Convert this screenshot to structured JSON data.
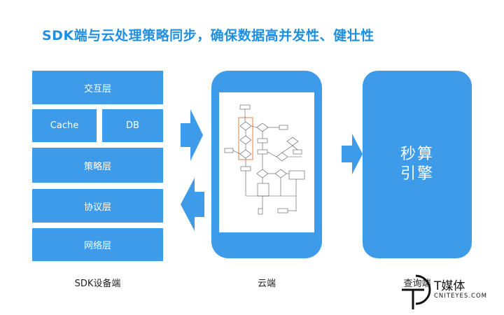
{
  "title": "SDK端与云处理策略同步，确保数据高并发性、健壮性",
  "sdk": {
    "layers": {
      "interaction": "交互层",
      "cache": "Cache",
      "db": "DB",
      "strategy": "策略层",
      "protocol": "协议层",
      "network": "网络层"
    },
    "caption": "SDK设备端"
  },
  "cloud": {
    "caption": "云端"
  },
  "engine": {
    "line1": "秒算",
    "line2": "引擎",
    "caption": "查询端"
  },
  "logo": {
    "name": "T媒体",
    "url": "CNITEYES.COM"
  },
  "colors": {
    "accent": "#1e8fe1",
    "block": "#3d9be9",
    "arrow": "#3d9be9",
    "flowchart_highlight": "#e08040"
  }
}
